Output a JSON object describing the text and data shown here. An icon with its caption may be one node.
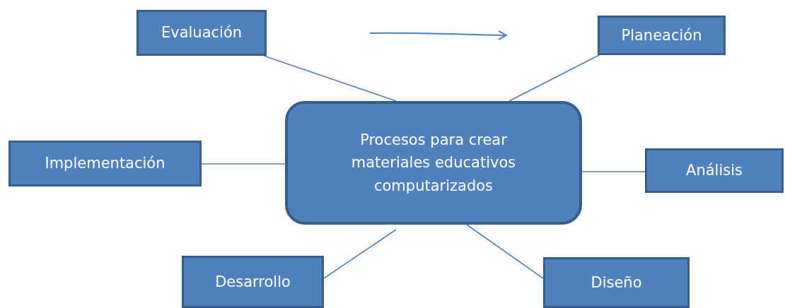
{
  "diagram": {
    "nodes": [
      {
        "text": [
          "Procesos para crear materiales educativos computarizados"
        ]
      },
      {
        "text": [
          "Evaluación"
        ]
      },
      {
        "text": [
          "Planeación"
        ]
      },
      {
        "text": [
          "Implementación"
        ]
      },
      {
        "text": [
          "Análisis"
        ]
      },
      {
        "text": [
          "Desarrollo"
        ]
      },
      {
        "text": [
          "Diseño"
        ]
      }
    ],
    "edges": [
      {
        "from": 0,
        "to": 1,
        "arrow": "none"
      },
      {
        "from": 0,
        "to": 2,
        "arrow": "none"
      },
      {
        "from": 0,
        "to": 3,
        "arrow": "none"
      },
      {
        "from": 0,
        "to": 4,
        "arrow": "none"
      },
      {
        "from": 0,
        "to": 5,
        "arrow": "none"
      },
      {
        "from": 0,
        "to": 6,
        "arrow": "none"
      }
    ]
  }
}
